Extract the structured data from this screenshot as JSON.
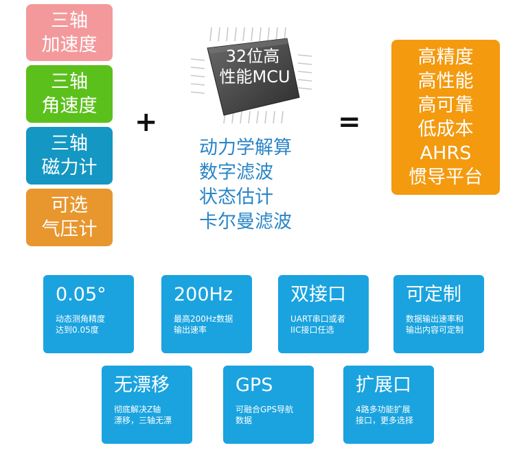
{
  "sensors": [
    {
      "line1": "三轴",
      "line2": "加速度",
      "color": "#f3999b"
    },
    {
      "line1": "三轴",
      "line2": "角速度",
      "color": "#5cc01c"
    },
    {
      "line1": "三轴",
      "line2": "磁力计",
      "color": "#1497c2"
    },
    {
      "line1": "可选",
      "line2": "气压计",
      "color": "#e8962e"
    }
  ],
  "operators": {
    "plus": "+",
    "equals": "="
  },
  "chip": {
    "line1": "32位高",
    "line2": "性能MCU"
  },
  "algorithms": [
    "动力学解算",
    "数字滤波",
    "状态估计",
    "卡尔曼滤波"
  ],
  "result": [
    "高精度",
    "高性能",
    "高可靠",
    "低成本",
    "AHRS",
    "惯导平台"
  ],
  "features": [
    {
      "title": "0.05°",
      "desc1": "动态测角精度",
      "desc2": "达到0.05度"
    },
    {
      "title": "200Hz",
      "desc1": "最高200Hz数据",
      "desc2": "输出速率"
    },
    {
      "title": "双接口",
      "desc1": "UART串口或者",
      "desc2": "IIC接口任选"
    },
    {
      "title": "可定制",
      "desc1": "数据输出速率和",
      "desc2": "输出内容可定制"
    },
    {
      "title": "无漂移",
      "desc1": "彻底解决Z轴",
      "desc2": "漂移，三轴无漂"
    },
    {
      "title": "GPS",
      "desc1": "可融合GPS导航",
      "desc2": "数据"
    },
    {
      "title": "扩展口",
      "desc1": "4路多功能扩展",
      "desc2": "接口，更多选择"
    }
  ]
}
